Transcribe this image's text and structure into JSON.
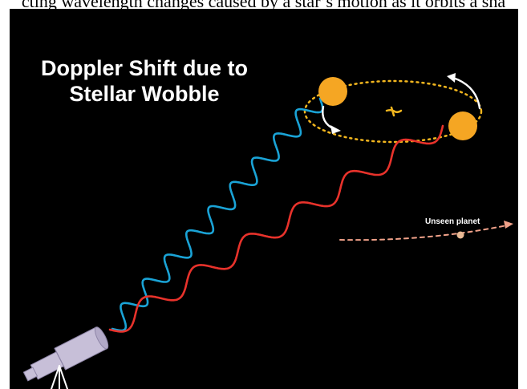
{
  "header": {
    "caption": "cting wavelength changes caused by a star’s motion as it orbits a sha"
  },
  "diagram": {
    "title_line1": "Doppler Shift due to",
    "title_line2": "Stellar Wobble",
    "planet_label": "Unseen planet",
    "colors": {
      "background": "#000000",
      "blue_wave": "#1aa3d6",
      "red_wave": "#e8322b",
      "star": "#f5a623",
      "orbit": "#f2b61e",
      "arrow": "#ffffff",
      "planet_path": "#f0a189",
      "planet": "#e9b994",
      "telescope": "#c7bfd8",
      "tripod": "#ffffff"
    }
  }
}
